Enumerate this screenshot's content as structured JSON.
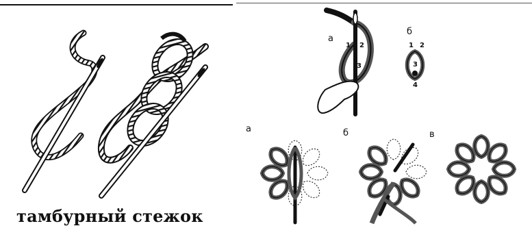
{
  "left": {
    "caption": "тамбурный стежок"
  },
  "right": {
    "top": {
      "label_a": "а",
      "label_b": "б",
      "points_a": [
        "1",
        "2",
        "3"
      ],
      "points_b": [
        "1",
        "2",
        "3",
        "4"
      ]
    },
    "bottom": {
      "label_a": "а",
      "label_b": "б",
      "label_c": "в"
    }
  }
}
